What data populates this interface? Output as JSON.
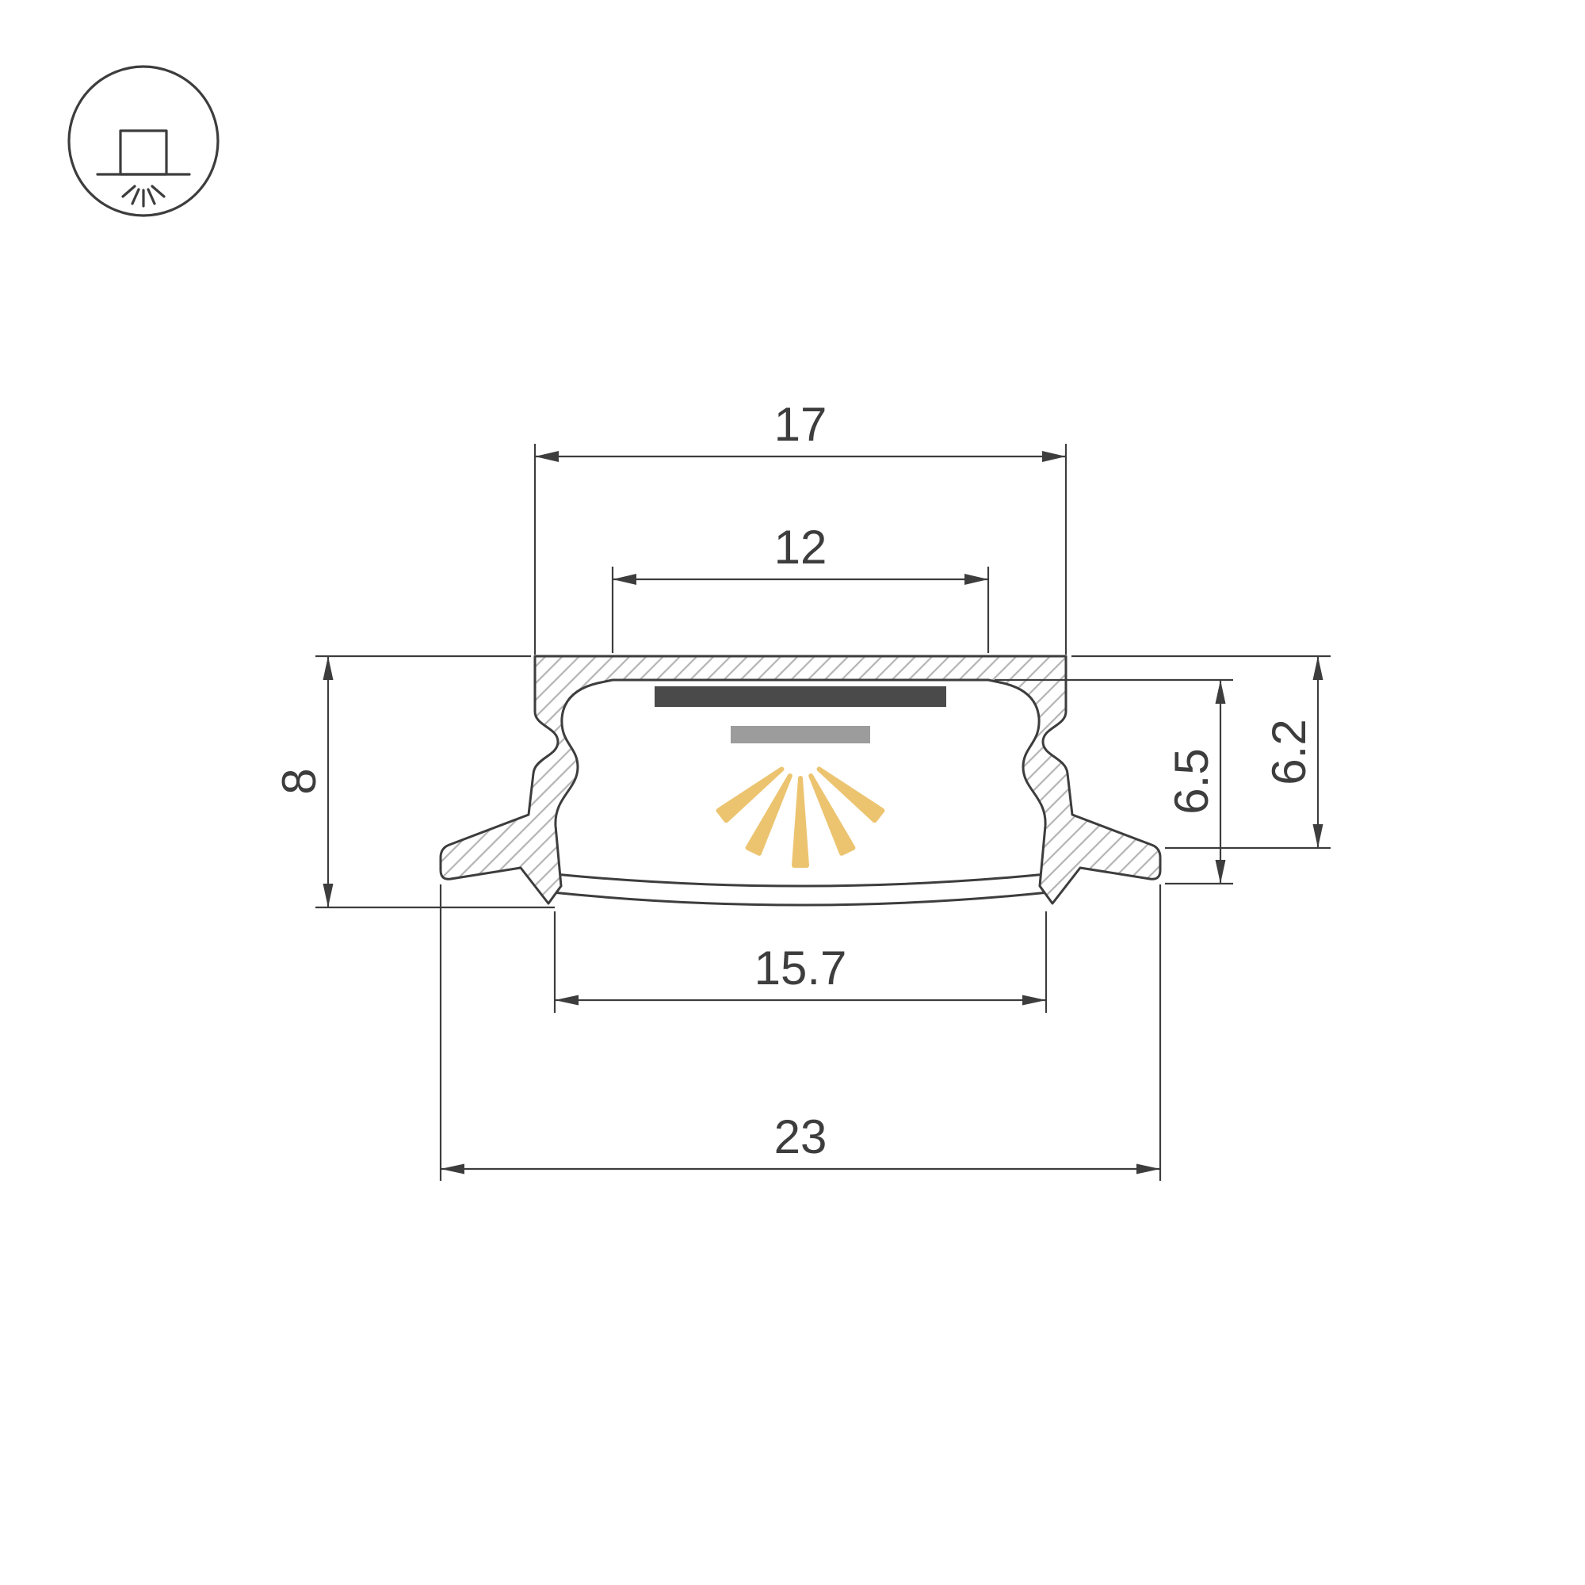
{
  "drawing": {
    "type": "technical-cross-section",
    "subject": "recessed-led-aluminium-profile",
    "dimensions": {
      "top_width": "17",
      "inner_width": "12",
      "height": "8",
      "cavity_height": "6.5",
      "recess_height": "6.2",
      "bottom_width": "15.7",
      "overall_width": "23"
    },
    "colors": {
      "line": "#3d3d3d",
      "hatch": "#b4b4b4",
      "led_strip": "#4a4a4a",
      "led_emitter": "#9c9c9c",
      "light_rays": "#ecc470",
      "background": "#ffffff"
    },
    "icon": "recessed-downlight"
  }
}
